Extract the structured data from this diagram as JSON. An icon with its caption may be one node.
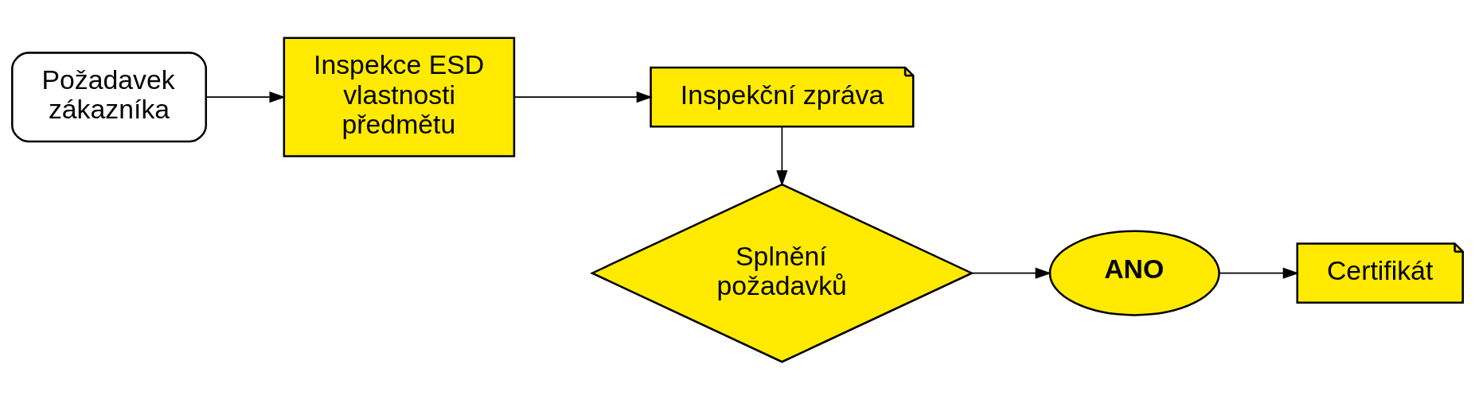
{
  "diagram": {
    "nodes": [
      {
        "text": [
          "Požadavek zákazníka"
        ]
      },
      {
        "text": [
          "Inspekce ESD vlastnosti předmětu"
        ]
      },
      {
        "text": [
          "Inspekční zpráva"
        ]
      },
      {
        "text": [
          "Splnění požadavků"
        ]
      },
      {
        "text": [
          "ANO"
        ]
      },
      {
        "text": [
          "Certifikát"
        ]
      }
    ],
    "edges": [
      {
        "from": 0,
        "to": 1,
        "arrow": "to"
      },
      {
        "from": 1,
        "to": 2,
        "arrow": "to"
      },
      {
        "from": 2,
        "to": 3,
        "arrow": "to"
      },
      {
        "from": 3,
        "to": 4,
        "arrow": "to"
      },
      {
        "from": 4,
        "to": 5,
        "arrow": "to"
      }
    ]
  }
}
